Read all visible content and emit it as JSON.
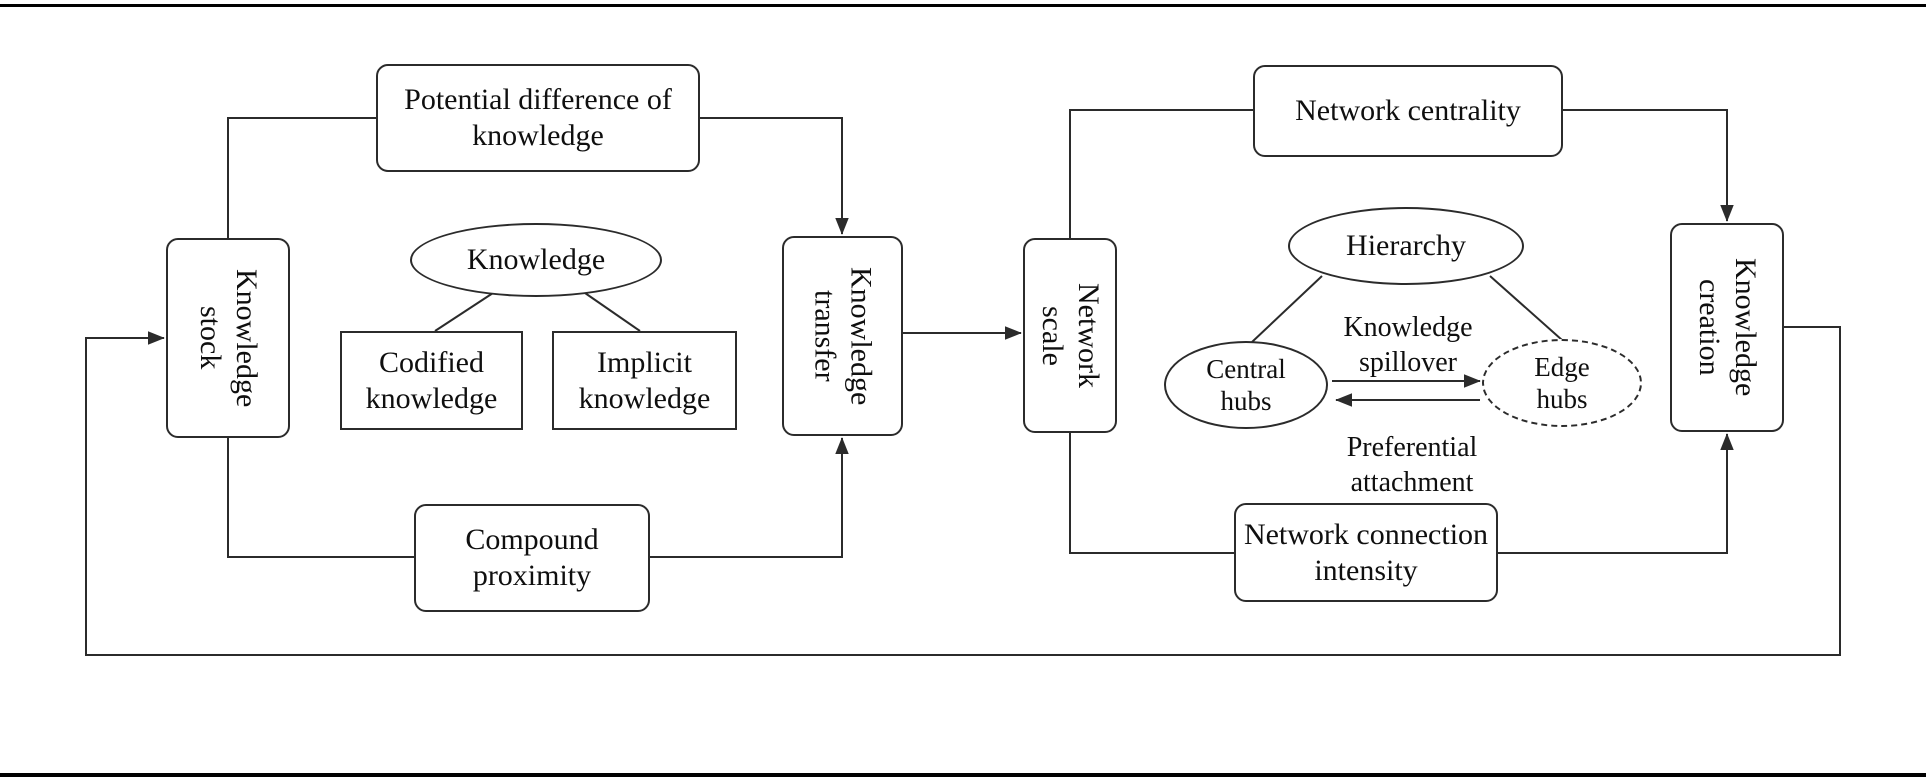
{
  "diagram": {
    "description": "Conceptual flow diagram of knowledge transfer through network structure",
    "colors": {
      "background": "#ffffff",
      "ink": "#0f0f0f",
      "stroke": "#2b2b2b"
    },
    "nodes": {
      "knowledge_stock": {
        "label": "Knowledge\nstock",
        "shape": "rounded-rect",
        "text_direction": "vertical"
      },
      "potential_difference": {
        "label": "Potential difference of\nknowledge",
        "shape": "rounded-rect"
      },
      "knowledge": {
        "label": "Knowledge",
        "shape": "ellipse"
      },
      "codified_knowledge": {
        "label": "Codified\nknowledge",
        "shape": "rect"
      },
      "implicit_knowledge": {
        "label": "Implicit\nknowledge",
        "shape": "rect"
      },
      "compound_proximity": {
        "label": "Compound\nproximity",
        "shape": "rounded-rect"
      },
      "knowledge_transfer": {
        "label": "Knowledge\ntransfer",
        "shape": "rounded-rect",
        "text_direction": "vertical"
      },
      "network_scale": {
        "label": "Network\nscale",
        "shape": "rounded-rect",
        "text_direction": "vertical"
      },
      "network_centrality": {
        "label": "Network centrality",
        "shape": "rounded-rect"
      },
      "hierarchy": {
        "label": "Hierarchy",
        "shape": "ellipse"
      },
      "central_hubs": {
        "label": "Central\nhubs",
        "shape": "ellipse"
      },
      "edge_hubs": {
        "label": "Edge\nhubs",
        "shape": "dashed-ellipse"
      },
      "network_connection_intensity": {
        "label": "Network connection\nintensity",
        "shape": "rounded-rect"
      },
      "knowledge_creation": {
        "label": "Knowledge\ncreation",
        "shape": "rounded-rect",
        "text_direction": "vertical"
      }
    },
    "edge_labels": {
      "knowledge_spillover": "Knowledge\nspillover",
      "preferential_attachment": "Preferential\nattachment"
    },
    "edges": [
      {
        "from": "Knowledge stock",
        "to": "Potential difference of knowledge",
        "arrow": false
      },
      {
        "from": "Potential difference of knowledge",
        "to": "Knowledge transfer",
        "arrow": true
      },
      {
        "from": "Knowledge stock",
        "to": "Compound proximity",
        "arrow": false
      },
      {
        "from": "Compound proximity",
        "to": "Knowledge transfer",
        "arrow": true
      },
      {
        "from": "Knowledge",
        "to": "Codified knowledge",
        "arrow": false
      },
      {
        "from": "Knowledge",
        "to": "Implicit knowledge",
        "arrow": false
      },
      {
        "from": "Knowledge transfer",
        "to": "Network scale",
        "arrow": true
      },
      {
        "from": "Network scale",
        "to": "Network centrality",
        "arrow": false
      },
      {
        "from": "Network centrality",
        "to": "Knowledge creation",
        "arrow": true
      },
      {
        "from": "Network scale",
        "to": "Network connection intensity",
        "arrow": false
      },
      {
        "from": "Network connection intensity",
        "to": "Knowledge creation",
        "arrow": true
      },
      {
        "from": "Knowledge creation",
        "to": "Knowledge stock",
        "arrow": true,
        "note": "feedback loop"
      },
      {
        "from": "Hierarchy",
        "to": "Central hubs",
        "arrow": false
      },
      {
        "from": "Hierarchy",
        "to": "Edge hubs",
        "arrow": false
      },
      {
        "from": "Central hubs",
        "to": "Edge hubs",
        "arrow": true,
        "label": "Knowledge spillover"
      },
      {
        "from": "Edge hubs",
        "to": "Central hubs",
        "arrow": true,
        "label": "Preferential attachment"
      }
    ]
  }
}
